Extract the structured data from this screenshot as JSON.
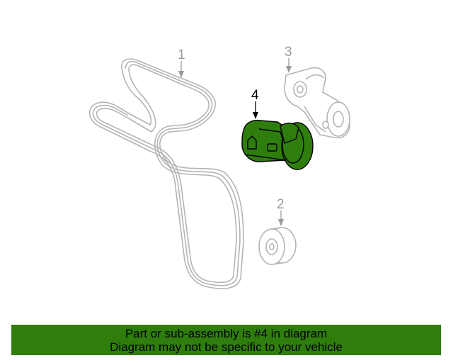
{
  "diagram": {
    "callouts": {
      "belt": "1",
      "idler_pulley": "2",
      "tensioner_bracket": "3",
      "tensioner_highlighted": "4"
    },
    "highlight_color": "#2e7d0d",
    "outline_color": "#b4b4b4"
  },
  "banner": {
    "line1": "Part or sub-assembly is #4 in diagram",
    "line2": "Diagram may not be specific to your vehicle",
    "background": "#2e7d0d"
  }
}
